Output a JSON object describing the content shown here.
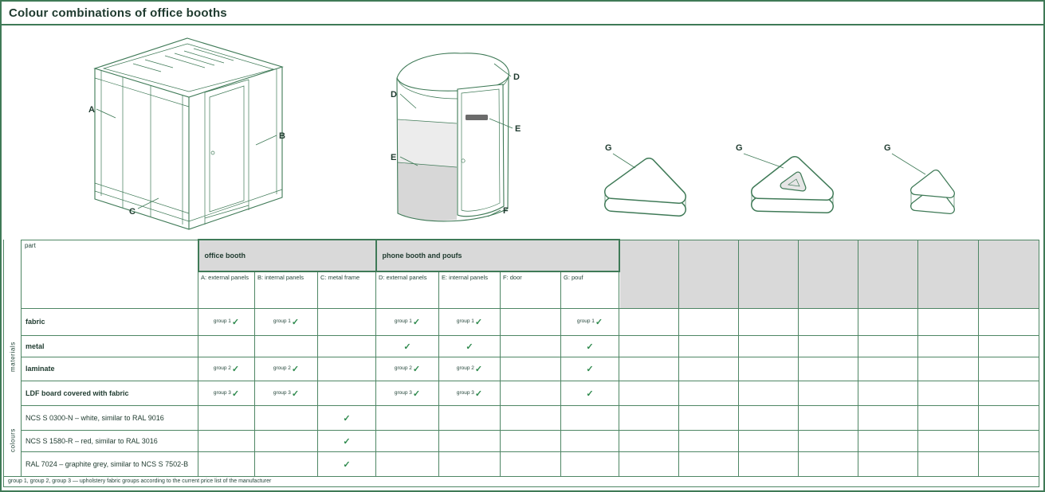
{
  "page": {
    "title": "Colour combinations of office booths"
  },
  "diagram_labels": {
    "frame": [
      "A",
      "B",
      "C"
    ],
    "booth": [
      "D",
      "D",
      "E",
      "E",
      "F"
    ],
    "poufs": [
      "G",
      "G",
      "G"
    ]
  },
  "table": {
    "corner_label": "part",
    "check_glyph": "✓",
    "side_labels": {
      "materials": "materials",
      "colours": "colours"
    },
    "groups": [
      {
        "label": "office booth",
        "span": 3
      },
      {
        "label": "phone booth and poufs",
        "span": 4
      }
    ],
    "columns": [
      {
        "key": "A",
        "label": "A: external panels"
      },
      {
        "key": "B",
        "label": "B: internal panels"
      },
      {
        "key": "C",
        "label": "C: metal frame"
      },
      {
        "key": "D",
        "label": "D: external panels"
      },
      {
        "key": "E",
        "label": "E: internal panels"
      },
      {
        "key": "F",
        "label": "F: door"
      },
      {
        "key": "G",
        "label": "G: pouf"
      }
    ],
    "rows": [
      {
        "label": "fabric",
        "cells": {
          "A": {
            "note": "group 1",
            "check": true
          },
          "B": {
            "note": "group 1",
            "check": true
          },
          "D": {
            "note": "group 1",
            "check": true
          },
          "E": {
            "note": "group 1",
            "check": true
          },
          "G": {
            "note": "group 1",
            "check": true
          }
        }
      },
      {
        "label": "metal",
        "cells": {
          "D": {
            "check": true
          },
          "E": {
            "check": true
          },
          "G": {
            "check": true
          }
        }
      },
      {
        "label": "laminate",
        "cells": {
          "A": {
            "note": "group 2",
            "check": true
          },
          "B": {
            "note": "group 2",
            "check": true
          },
          "D": {
            "note": "group 2",
            "check": true
          },
          "E": {
            "note": "group 2",
            "check": true
          },
          "G": {
            "check": true
          }
        }
      },
      {
        "label": "LDF board covered with fabric",
        "cells": {
          "A": {
            "note": "group 3",
            "check": true
          },
          "B": {
            "note": "group 3",
            "check": true
          },
          "D": {
            "note": "group 3",
            "check": true
          },
          "E": {
            "note": "group 3",
            "check": true
          },
          "G": {
            "check": true
          }
        }
      },
      {
        "label": "NCS S 0300-N – white, similar to RAL 9016",
        "cells": {
          "C": {
            "check": true
          }
        }
      },
      {
        "label": "NCS S 1580-R – red, similar to RAL 3016",
        "cells": {
          "C": {
            "check": true
          }
        }
      },
      {
        "label": "RAL 7024 – graphite grey, similar to NCS S 7502-B",
        "cells": {
          "C": {
            "check": true
          }
        }
      }
    ],
    "footnote": "group 1, group 2, group 3 — upholstery fabric groups according to the current price list of the manufacturer"
  }
}
